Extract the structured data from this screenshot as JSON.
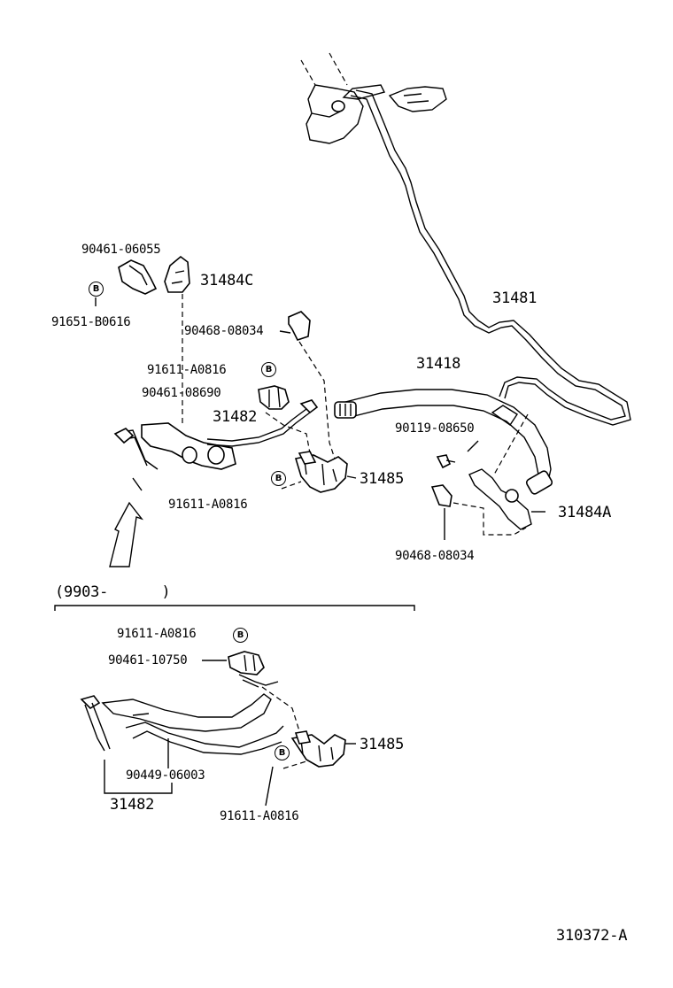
{
  "diagram": {
    "code": "310372-A",
    "section_range": "(9903-      )",
    "b_mark": "B",
    "labels": {
      "p90461_06055": "90461-06055",
      "p31484c": "31484C",
      "p91651_b0616": "91651-B0616",
      "p90468_08034_top": "90468-08034",
      "p91611_a0816_a": "91611-A0816",
      "p90461_08690": "90461-08690",
      "p31482_upper": "31482",
      "p31481": "31481",
      "p31418": "31418",
      "p90119_08650": "90119-08650",
      "p31485_upper": "31485",
      "p91611_a0816_b": "91611-A0816",
      "p31484a": "31484A",
      "p90468_08034_low": "90468-08034",
      "p91611_a0816_c": "91611-A0816",
      "p90461_10750": "90461-10750",
      "p31485_lower": "31485",
      "p90449_06003": "90449-06003",
      "p31482_lower": "31482",
      "p91611_a0816_d": "91611-A0816"
    }
  }
}
